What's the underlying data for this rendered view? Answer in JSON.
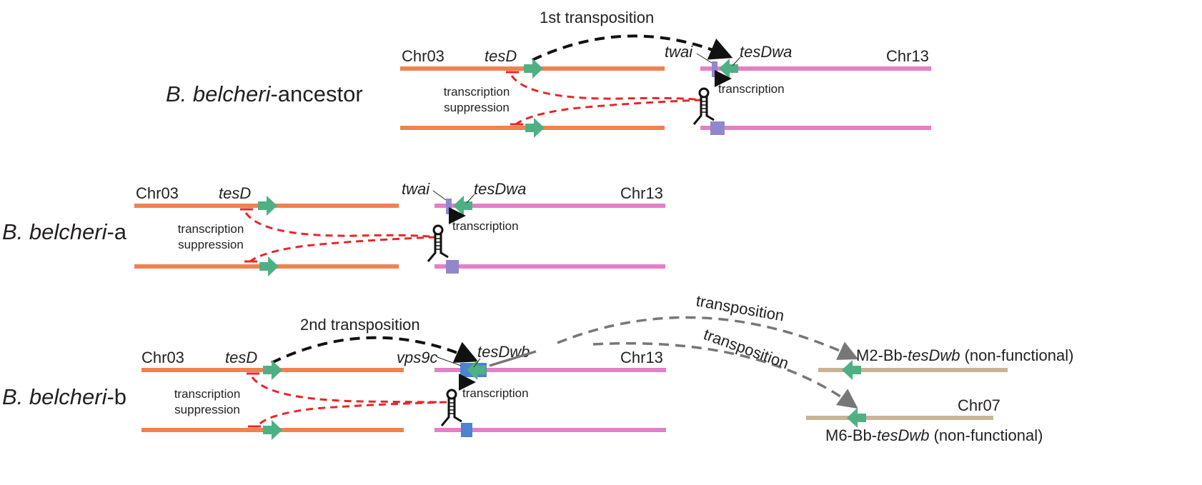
{
  "colors": {
    "chr03": "#f0824f",
    "chr13": "#e57fc6",
    "other_chr": "#c9b396",
    "tesD_gene": "#4fb083",
    "twai": "#9187cc",
    "vps9c": "#4c84cd",
    "suppression": "#e8262a"
  },
  "panels": [
    {
      "species": "B. belcheri",
      "suffix": "-ancestor",
      "chr_left": "Chr03",
      "chr_right": "Chr13",
      "gene_left": "tesD",
      "host_gene": "twai",
      "copy_gene": "tesDwa",
      "transposition": "1st transposition",
      "transcription": "transcription",
      "suppression_1": "transcription",
      "suppression_2": "suppression"
    },
    {
      "species": "B. belcheri",
      "suffix": "-a",
      "chr_left": "Chr03",
      "chr_right": "Chr13",
      "gene_left": "tesD",
      "host_gene": "twai",
      "copy_gene": "tesDwa",
      "transcription": "transcription",
      "suppression_1": "transcription",
      "suppression_2": "suppression"
    },
    {
      "species": "B. belcheri",
      "suffix": "-b",
      "chr_left": "Chr03",
      "chr_right": "Chr13",
      "gene_left": "tesD",
      "host_gene": "vps9c",
      "copy_gene": "tesDwb",
      "transposition": "2nd transposition",
      "transcription": "transcription",
      "suppression_1": "transcription",
      "suppression_2": "suppression",
      "further": [
        {
          "arrow_label": "transposition",
          "prefix": "M2-Bb-",
          "gene": "tesDwb",
          "note": " (non-functional)"
        },
        {
          "arrow_label": "transposition",
          "prefix": "M6-Bb-",
          "gene": "tesDwb",
          "note": " (non-functional)",
          "chr": "Chr07"
        }
      ]
    }
  ]
}
